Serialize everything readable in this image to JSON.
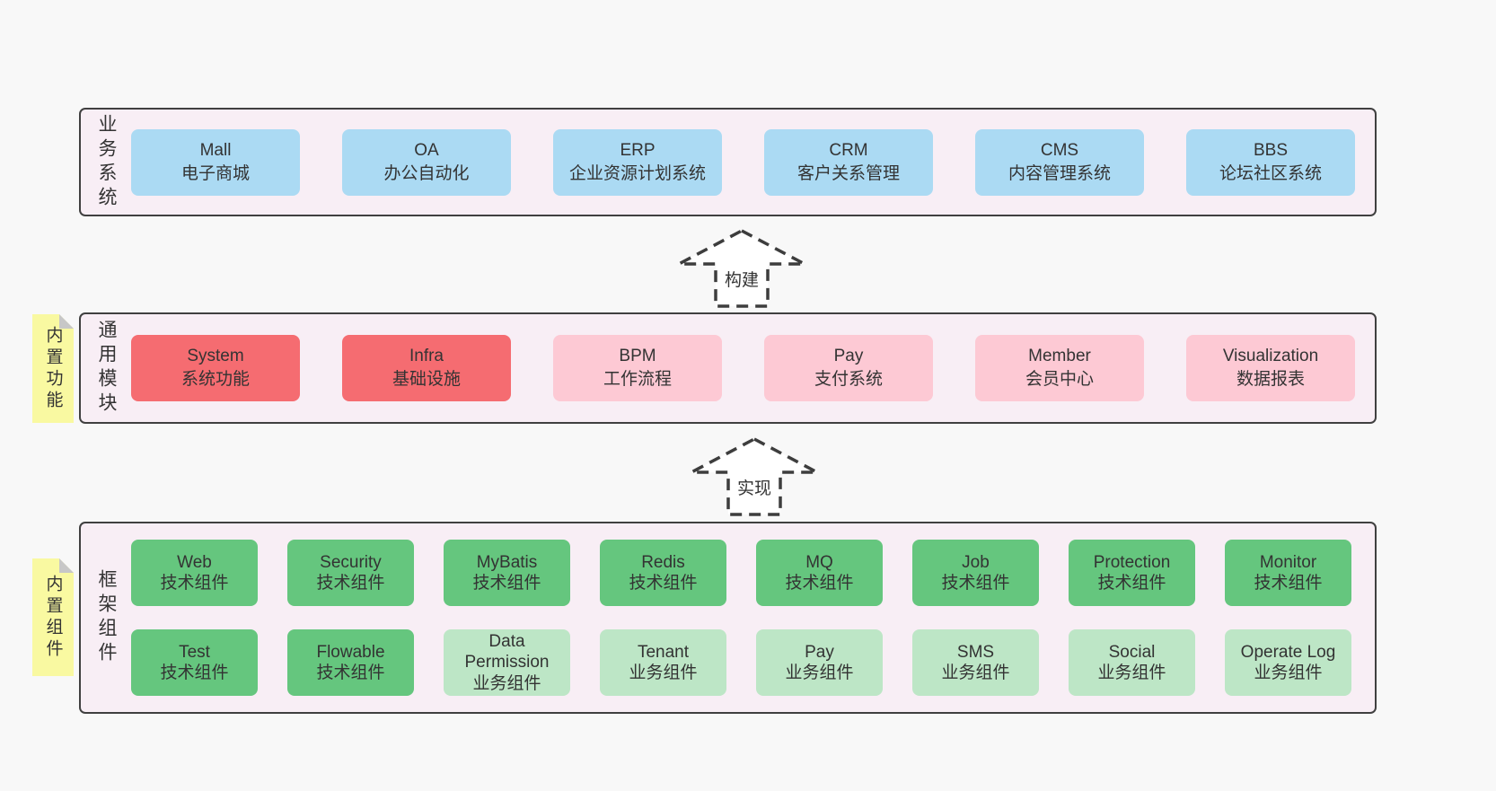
{
  "colors": {
    "blue": "#abdaf3",
    "red": "#f56c71",
    "pink": "#fdc9d4",
    "green": "#65c67e",
    "light_green": "#bde6c6",
    "band_bg": "#f8eef5",
    "note_yellow": "#f9f9a1",
    "page_bg": "#f8f8f8",
    "text": "#333333"
  },
  "arrows": [
    {
      "label": "构建"
    },
    {
      "label": "实现"
    }
  ],
  "bands": [
    {
      "label": "业务系统",
      "note": null,
      "rows": [
        [
          {
            "name": "Mall",
            "subtitle": "电子商城",
            "color": "blue"
          },
          {
            "name": "OA",
            "subtitle": "办公自动化",
            "color": "blue"
          },
          {
            "name": "ERP",
            "subtitle": "企业资源计划系统",
            "color": "blue"
          },
          {
            "name": "CRM",
            "subtitle": "客户关系管理",
            "color": "blue"
          },
          {
            "name": "CMS",
            "subtitle": "内容管理系统",
            "color": "blue"
          },
          {
            "name": "BBS",
            "subtitle": "论坛社区系统",
            "color": "blue"
          }
        ]
      ]
    },
    {
      "label": "通用模块",
      "note": "内置功能",
      "rows": [
        [
          {
            "name": "System",
            "subtitle": "系统功能",
            "color": "red"
          },
          {
            "name": "Infra",
            "subtitle": "基础设施",
            "color": "red"
          },
          {
            "name": "BPM",
            "subtitle": "工作流程",
            "color": "pink"
          },
          {
            "name": "Pay",
            "subtitle": "支付系统",
            "color": "pink"
          },
          {
            "name": "Member",
            "subtitle": "会员中心",
            "color": "pink"
          },
          {
            "name": "Visualization",
            "subtitle": "数据报表",
            "color": "pink"
          }
        ]
      ]
    },
    {
      "label": "框架组件",
      "note": "内置组件",
      "rows": [
        [
          {
            "name": "Web",
            "subtitle": "技术组件",
            "color": "green"
          },
          {
            "name": "Security",
            "subtitle": "技术组件",
            "color": "green"
          },
          {
            "name": "MyBatis",
            "subtitle": "技术组件",
            "color": "green"
          },
          {
            "name": "Redis",
            "subtitle": "技术组件",
            "color": "green"
          },
          {
            "name": "MQ",
            "subtitle": "技术组件",
            "color": "green"
          },
          {
            "name": "Job",
            "subtitle": "技术组件",
            "color": "green"
          },
          {
            "name": "Protection",
            "subtitle": "技术组件",
            "color": "green"
          },
          {
            "name": "Monitor",
            "subtitle": "技术组件",
            "color": "green"
          }
        ],
        [
          {
            "name": "Test",
            "subtitle": "技术组件",
            "color": "green"
          },
          {
            "name": "Flowable",
            "subtitle": "技术组件",
            "color": "green"
          },
          {
            "name": "Data Permission",
            "subtitle": "业务组件",
            "color": "light_green"
          },
          {
            "name": "Tenant",
            "subtitle": "业务组件",
            "color": "light_green"
          },
          {
            "name": "Pay",
            "subtitle": "业务组件",
            "color": "light_green"
          },
          {
            "name": "SMS",
            "subtitle": "业务组件",
            "color": "light_green"
          },
          {
            "name": "Social",
            "subtitle": "业务组件",
            "color": "light_green"
          },
          {
            "name": "Operate Log",
            "subtitle": "业务组件",
            "color": "light_green"
          }
        ]
      ]
    }
  ]
}
